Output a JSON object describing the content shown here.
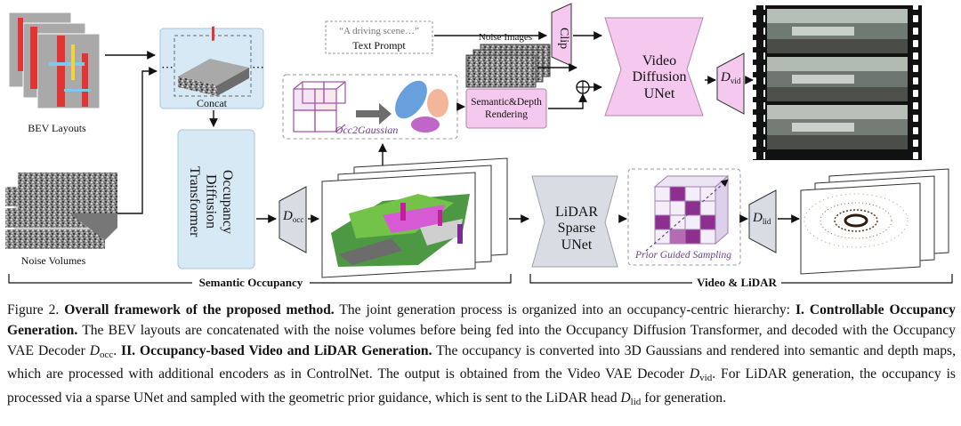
{
  "figure": {
    "labels": {
      "bev_layouts": "BEV Layouts",
      "noise_volumes": "Noise Volumes",
      "concat": "Concat",
      "occ_transformer": "Occupancy Diffusion Transformer",
      "d_occ_main": "D",
      "d_occ_sub": "occ",
      "text_prompt_quote": "“A driving scene…”",
      "text_prompt": "Text Prompt",
      "clip": "Clip",
      "noise_images": "Noise Images",
      "semantic_depth_rendering": "Semantic&Depth Rendering",
      "occ2gaussian": "Occ2Gaussian",
      "video_unet": "Video Diffusion UNet",
      "d_vid_main": "D",
      "d_vid_sub": "vid",
      "lidar_unet": "LiDAR Sparse UNet",
      "prior_guided_sampling": "Prior Guided Sampling",
      "d_lid_main": "D",
      "d_lid_sub": "lid",
      "semantic_occupancy": "Semantic Occupancy",
      "video_lidar": "Video & LiDAR"
    },
    "colors": {
      "light_blue_box": "#d8e9f6",
      "pink_box": "#f5c9ef",
      "gray_box": "#dadce3",
      "magenta": "#b0178c",
      "purple": "#6a3d8f",
      "bev_red": "#e23434"
    }
  },
  "caption": {
    "label": "Figure 2.",
    "title": "Overall framework of the proposed method.",
    "text1": "The joint generation process is organized into an occupancy-centric hierarchy:",
    "part1_title": "I. Controllable Occupancy Generation.",
    "text2": "The BEV layouts are concatenated with the noise volumes before being fed into the Occupancy Diffusion Transformer, and decoded with the Occupancy VAE Decoder",
    "d_occ_main": "D",
    "d_occ_sub": "occ",
    "text2_end": ".",
    "part2_title": "II. Occupancy-based Video and LiDAR Generation.",
    "text3": "The occupancy is converted into 3D Gaussians and rendered into semantic and depth maps, which are processed with additional encoders as in ControlNet. The output is obtained from the Video VAE Decoder",
    "d_vid_main": "D",
    "d_vid_sub": "vid",
    "text4": ". For LiDAR generation, the occupancy is processed via a sparse UNet and sampled with the geometric prior guidance, which is sent to the LiDAR head",
    "d_lid_main": "D",
    "d_lid_sub": "lid",
    "text5": "for generation."
  }
}
